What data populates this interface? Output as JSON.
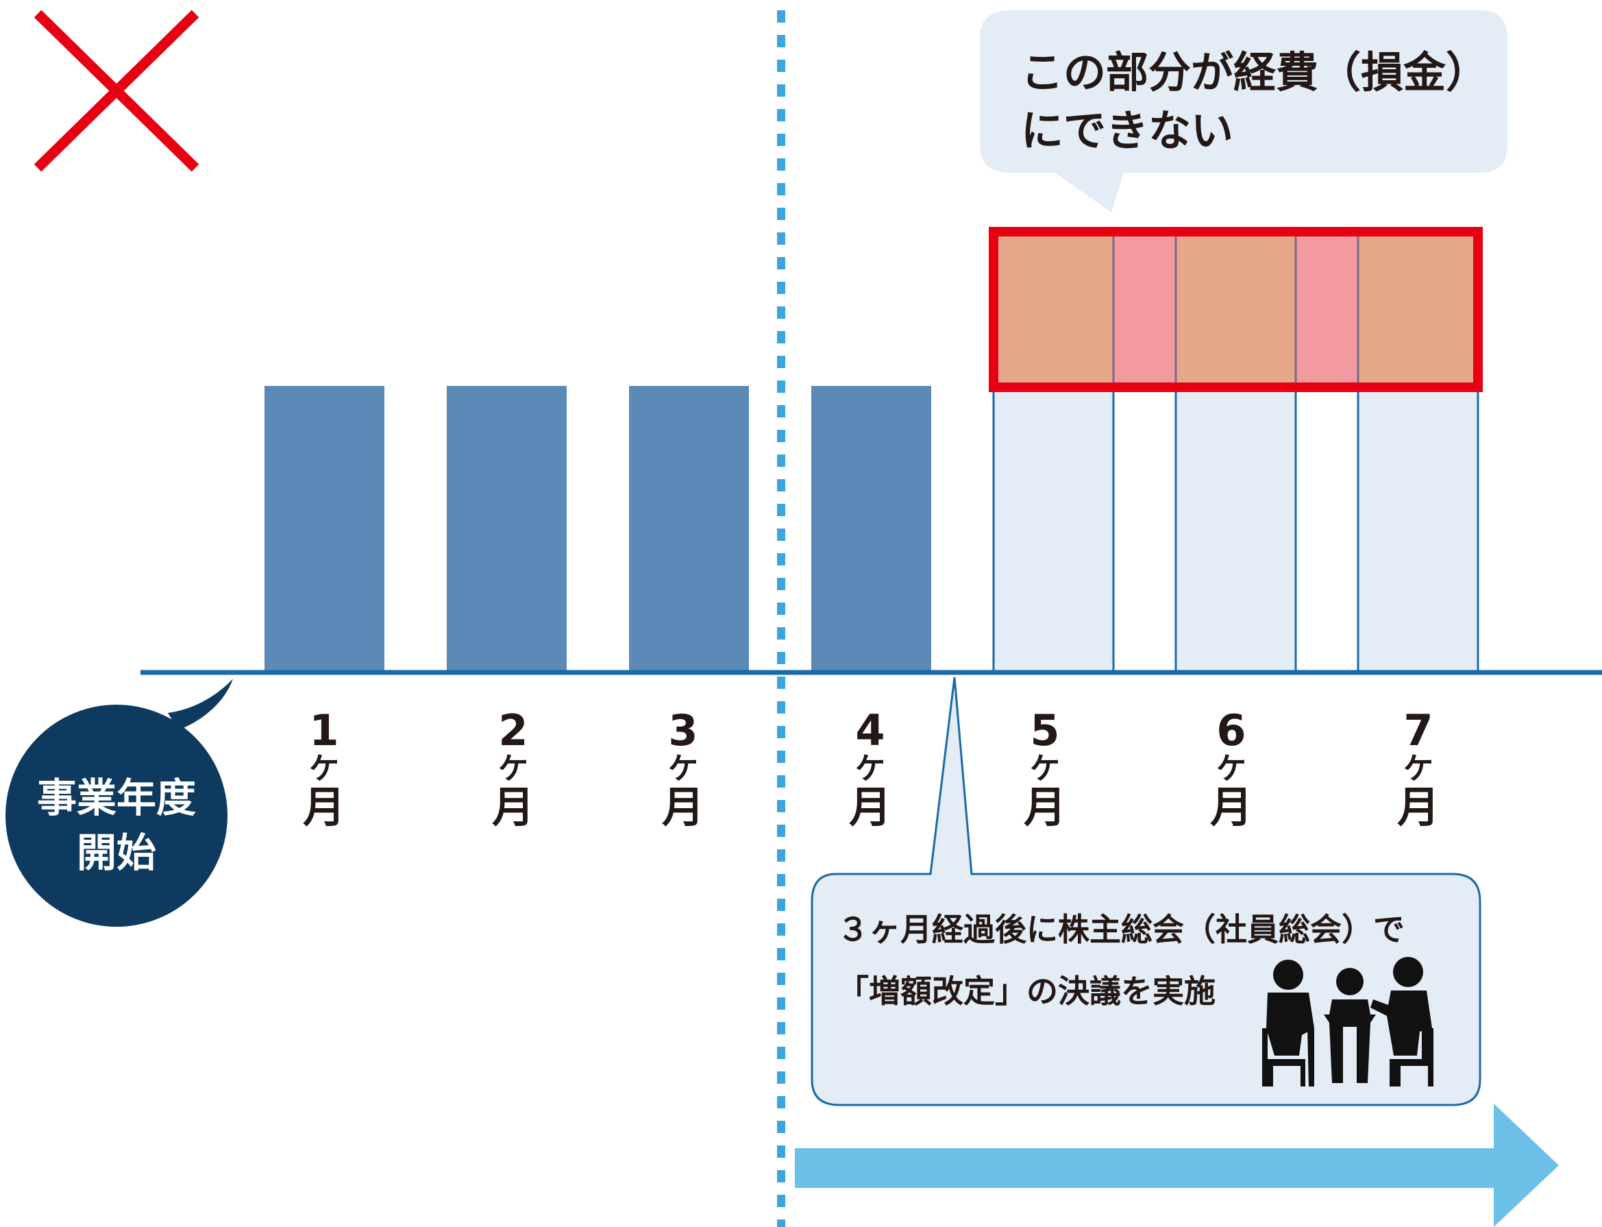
{
  "callout_top": {
    "line1": "この部分が経費（損金）",
    "line2": "にできない"
  },
  "start_label": {
    "line1": "事業年度",
    "line2": "開始"
  },
  "months": [
    {
      "num": "1",
      "ke": "ケ",
      "tsuki": "月"
    },
    {
      "num": "2",
      "ke": "ケ",
      "tsuki": "月"
    },
    {
      "num": "3",
      "ke": "ケ",
      "tsuki": "月"
    },
    {
      "num": "4",
      "ke": "ケ",
      "tsuki": "月"
    },
    {
      "num": "5",
      "ke": "ケ",
      "tsuki": "月"
    },
    {
      "num": "6",
      "ke": "ケ",
      "tsuki": "月"
    },
    {
      "num": "7",
      "ke": "ケ",
      "tsuki": "月"
    }
  ],
  "callout_bottom": {
    "line1": "３ヶ月経過後に株主総会（社員総会）で",
    "line2": "「増額改定」の決議を実施"
  },
  "icons": {
    "wrong_mark": "cross-icon",
    "meeting": "meeting-people-icon"
  },
  "colors": {
    "bar_dark": "#5a8ab5",
    "bar_light": "#e4ecf6",
    "highlight_orange": "#e6a68a",
    "highlight_pink": "#f29aa0",
    "highlight_border": "#e60012",
    "dotted_line": "#3aa6dd",
    "arrow": "#6cc0e8",
    "start_circle": "#0f3a5f"
  }
}
